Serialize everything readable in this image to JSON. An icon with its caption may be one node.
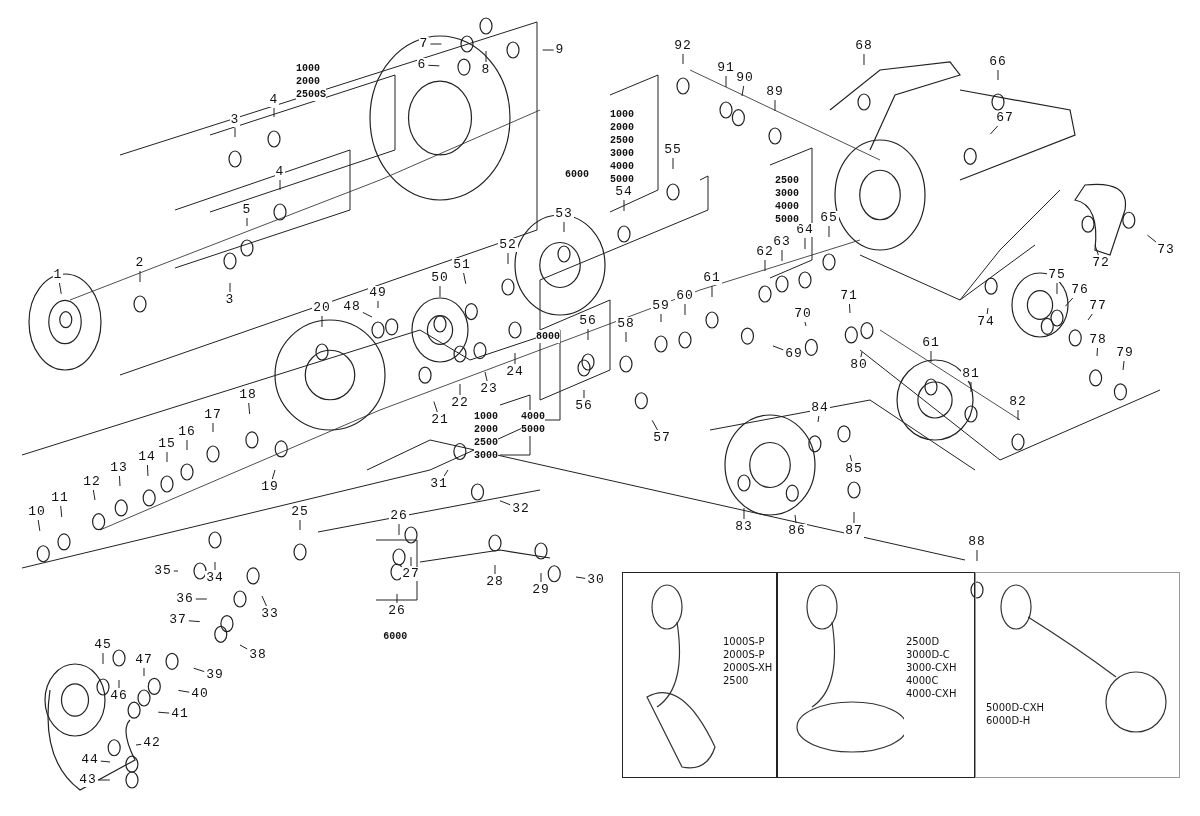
{
  "diagram": {
    "nodes": [
      {
        "text": [
          "9"
        ]
      },
      {
        "text": [
          "7"
        ]
      },
      {
        "text": [
          "6"
        ]
      },
      {
        "text": [
          "8"
        ]
      },
      {
        "text": [
          "4"
        ]
      },
      {
        "text": [
          "3"
        ]
      },
      {
        "text": [
          "4"
        ]
      },
      {
        "text": [
          "5"
        ]
      },
      {
        "text": [
          "3"
        ]
      },
      {
        "text": [
          "2"
        ]
      },
      {
        "text": [
          "1"
        ]
      },
      {
        "text": [
          "92"
        ]
      },
      {
        "text": [
          "91"
        ]
      },
      {
        "text": [
          "90"
        ]
      },
      {
        "text": [
          "89"
        ]
      },
      {
        "text": [
          "68"
        ]
      },
      {
        "text": [
          "66"
        ]
      },
      {
        "text": [
          "67"
        ]
      },
      {
        "text": [
          "55"
        ]
      },
      {
        "text": [
          "54"
        ]
      },
      {
        "text": [
          "53"
        ]
      },
      {
        "text": [
          "52"
        ]
      },
      {
        "text": [
          "51"
        ]
      },
      {
        "text": [
          "50"
        ]
      },
      {
        "text": [
          "49"
        ]
      },
      {
        "text": [
          "48"
        ]
      },
      {
        "text": [
          "20"
        ]
      },
      {
        "text": [
          "65"
        ]
      },
      {
        "text": [
          "64"
        ]
      },
      {
        "text": [
          "63"
        ]
      },
      {
        "text": [
          "62"
        ]
      },
      {
        "text": [
          "61"
        ]
      },
      {
        "text": [
          "60"
        ]
      },
      {
        "text": [
          "59"
        ]
      },
      {
        "text": [
          "58"
        ]
      },
      {
        "text": [
          "56"
        ]
      },
      {
        "text": [
          "56"
        ]
      },
      {
        "text": [
          "57"
        ]
      },
      {
        "text": [
          "72"
        ]
      },
      {
        "text": [
          "73"
        ]
      },
      {
        "text": [
          "75"
        ]
      },
      {
        "text": [
          "76"
        ]
      },
      {
        "text": [
          "77"
        ]
      },
      {
        "text": [
          "78"
        ]
      },
      {
        "text": [
          "79"
        ]
      },
      {
        "text": [
          "74"
        ]
      },
      {
        "text": [
          "71"
        ]
      },
      {
        "text": [
          "70"
        ]
      },
      {
        "text": [
          "69"
        ]
      },
      {
        "text": [
          "80"
        ]
      },
      {
        "text": [
          "61"
        ]
      },
      {
        "text": [
          "81"
        ]
      },
      {
        "text": [
          "82"
        ]
      },
      {
        "text": [
          "24"
        ]
      },
      {
        "text": [
          "23"
        ]
      },
      {
        "text": [
          "22"
        ]
      },
      {
        "text": [
          "21"
        ]
      },
      {
        "text": [
          "18"
        ]
      },
      {
        "text": [
          "17"
        ]
      },
      {
        "text": [
          "16"
        ]
      },
      {
        "text": [
          "15"
        ]
      },
      {
        "text": [
          "14"
        ]
      },
      {
        "text": [
          "13"
        ]
      },
      {
        "text": [
          "12"
        ]
      },
      {
        "text": [
          "11"
        ]
      },
      {
        "text": [
          "10"
        ]
      },
      {
        "text": [
          "19"
        ]
      },
      {
        "text": [
          "31"
        ]
      },
      {
        "text": [
          "32"
        ]
      },
      {
        "text": [
          "84"
        ]
      },
      {
        "text": [
          "85"
        ]
      },
      {
        "text": [
          "83"
        ]
      },
      {
        "text": [
          "86"
        ]
      },
      {
        "text": [
          "87"
        ]
      },
      {
        "text": [
          "88"
        ]
      },
      {
        "text": [
          "25"
        ]
      },
      {
        "text": [
          "26"
        ]
      },
      {
        "text": [
          "27"
        ]
      },
      {
        "text": [
          "28"
        ]
      },
      {
        "text": [
          "29"
        ]
      },
      {
        "text": [
          "30"
        ]
      },
      {
        "text": [
          "26"
        ],
        "beside": [
          "6000"
        ]
      },
      {
        "text": [
          "35"
        ]
      },
      {
        "text": [
          "34"
        ]
      },
      {
        "text": [
          "33"
        ]
      },
      {
        "text": [
          "36"
        ]
      },
      {
        "text": [
          "37"
        ]
      },
      {
        "text": [
          "38"
        ]
      },
      {
        "text": [
          "39"
        ]
      },
      {
        "text": [
          "40"
        ]
      },
      {
        "text": [
          "41"
        ]
      },
      {
        "text": [
          "42"
        ]
      },
      {
        "text": [
          "43"
        ]
      },
      {
        "text": [
          "44"
        ]
      },
      {
        "text": [
          "45"
        ]
      },
      {
        "text": [
          "46"
        ]
      },
      {
        "text": [
          "47"
        ]
      },
      {
        "text": [
          "1000S-P",
          "2000S-P",
          "2000S-XH",
          "2500"
        ]
      },
      {
        "text": [
          "2500D",
          "3000D-C",
          "3000-CXH",
          "4000C",
          "4000-CXH"
        ]
      },
      {
        "text": [
          "5000D-CXH",
          "6000D-H"
        ]
      }
    ],
    "edges": [
      {
        "from": 0,
        "to": null,
        "arrow": "none"
      },
      {
        "from": 1,
        "to": null,
        "arrow": "none"
      },
      {
        "from": 2,
        "to": null,
        "arrow": "none"
      },
      {
        "from": 3,
        "to": null,
        "arrow": "none"
      },
      {
        "from": 4,
        "to": null,
        "arrow": "none"
      },
      {
        "from": 5,
        "to": null,
        "arrow": "none"
      },
      {
        "from": 6,
        "to": null,
        "arrow": "none"
      },
      {
        "from": 7,
        "to": null,
        "arrow": "none"
      },
      {
        "from": 8,
        "to": null,
        "arrow": "none"
      },
      {
        "from": 9,
        "to": null,
        "arrow": "none"
      },
      {
        "from": 10,
        "to": null,
        "arrow": "none"
      },
      {
        "from": 11,
        "to": null,
        "arrow": "none"
      },
      {
        "from": 12,
        "to": null,
        "arrow": "none"
      },
      {
        "from": 13,
        "to": null,
        "arrow": "none"
      },
      {
        "from": 14,
        "to": null,
        "arrow": "none"
      },
      {
        "from": 15,
        "to": null,
        "arrow": "none"
      },
      {
        "from": 16,
        "to": null,
        "arrow": "none"
      },
      {
        "from": 17,
        "to": null,
        "arrow": "none"
      },
      {
        "from": 18,
        "to": null,
        "arrow": "none"
      },
      {
        "from": 19,
        "to": null,
        "arrow": "none"
      },
      {
        "from": 20,
        "to": null,
        "arrow": "none"
      },
      {
        "from": 21,
        "to": null,
        "arrow": "none"
      },
      {
        "from": 22,
        "to": null,
        "arrow": "none"
      },
      {
        "from": 23,
        "to": null,
        "arrow": "none"
      },
      {
        "from": 24,
        "to": null,
        "arrow": "none"
      },
      {
        "from": 25,
        "to": null,
        "arrow": "none"
      },
      {
        "from": 26,
        "to": null,
        "arrow": "none"
      },
      {
        "from": 27,
        "to": null,
        "arrow": "none"
      },
      {
        "from": 28,
        "to": null,
        "arrow": "none"
      },
      {
        "from": 29,
        "to": null,
        "arrow": "none"
      },
      {
        "from": 30,
        "to": null,
        "arrow": "none"
      },
      {
        "from": 31,
        "to": null,
        "arrow": "none"
      },
      {
        "from": 32,
        "to": null,
        "arrow": "none"
      },
      {
        "from": 33,
        "to": null,
        "arrow": "none"
      },
      {
        "from": 34,
        "to": null,
        "arrow": "none"
      },
      {
        "from": 35,
        "to": null,
        "arrow": "none"
      },
      {
        "from": 36,
        "to": null,
        "arrow": "none"
      },
      {
        "from": 37,
        "to": null,
        "arrow": "none"
      },
      {
        "from": 38,
        "to": null,
        "arrow": "none"
      },
      {
        "from": 39,
        "to": null,
        "arrow": "none"
      },
      {
        "from": 40,
        "to": null,
        "arrow": "none"
      },
      {
        "from": 41,
        "to": null,
        "arrow": "none"
      },
      {
        "from": 42,
        "to": null,
        "arrow": "none"
      },
      {
        "from": 43,
        "to": null,
        "arrow": "none"
      },
      {
        "from": 44,
        "to": null,
        "arrow": "none"
      },
      {
        "from": 45,
        "to": null,
        "arrow": "none"
      },
      {
        "from": 46,
        "to": null,
        "arrow": "none"
      },
      {
        "from": 47,
        "to": null,
        "arrow": "none"
      },
      {
        "from": 48,
        "to": null,
        "arrow": "none"
      },
      {
        "from": 49,
        "to": null,
        "arrow": "none"
      },
      {
        "from": 50,
        "to": null,
        "arrow": "none"
      },
      {
        "from": 51,
        "to": null,
        "arrow": "none"
      },
      {
        "from": 52,
        "to": null,
        "arrow": "none"
      },
      {
        "from": 53,
        "to": null,
        "arrow": "none"
      },
      {
        "from": 54,
        "to": null,
        "arrow": "none"
      },
      {
        "from": 55,
        "to": null,
        "arrow": "none"
      },
      {
        "from": 56,
        "to": null,
        "arrow": "none"
      },
      {
        "from": 57,
        "to": null,
        "arrow": "none"
      },
      {
        "from": 58,
        "to": null,
        "arrow": "none"
      },
      {
        "from": 59,
        "to": null,
        "arrow": "none"
      },
      {
        "from": 60,
        "to": null,
        "arrow": "none"
      },
      {
        "from": 61,
        "to": null,
        "arrow": "none"
      },
      {
        "from": 62,
        "to": null,
        "arrow": "none"
      },
      {
        "from": 63,
        "to": null,
        "arrow": "none"
      },
      {
        "from": 64,
        "to": null,
        "arrow": "none"
      },
      {
        "from": 65,
        "to": null,
        "arrow": "none"
      },
      {
        "from": 66,
        "to": null,
        "arrow": "none"
      },
      {
        "from": 67,
        "to": null,
        "arrow": "none"
      },
      {
        "from": 68,
        "to": null,
        "arrow": "none"
      },
      {
        "from": 69,
        "to": null,
        "arrow": "none"
      },
      {
        "from": 70,
        "to": null,
        "arrow": "none"
      },
      {
        "from": 71,
        "to": null,
        "arrow": "none"
      },
      {
        "from": 72,
        "to": null,
        "arrow": "none"
      },
      {
        "from": 73,
        "to": null,
        "arrow": "none"
      },
      {
        "from": 74,
        "to": null,
        "arrow": "none"
      },
      {
        "from": 75,
        "to": null,
        "arrow": "none"
      },
      {
        "from": 76,
        "to": null,
        "arrow": "none"
      },
      {
        "from": 77,
        "to": null,
        "arrow": "none"
      },
      {
        "from": 78,
        "to": null,
        "arrow": "none"
      },
      {
        "from": 79,
        "to": null,
        "arrow": "none"
      },
      {
        "from": 80,
        "to": null,
        "arrow": "none"
      },
      {
        "from": 81,
        "to": null,
        "arrow": "none"
      },
      {
        "from": 82,
        "to": null,
        "arrow": "none"
      },
      {
        "from": 83,
        "to": null,
        "arrow": "none"
      },
      {
        "from": 84,
        "to": null,
        "arrow": "none"
      },
      {
        "from": 85,
        "to": null,
        "arrow": "none"
      },
      {
        "from": 86,
        "to": null,
        "arrow": "none"
      },
      {
        "from": 87,
        "to": null,
        "arrow": "none"
      },
      {
        "from": 88,
        "to": null,
        "arrow": "none"
      },
      {
        "from": 89,
        "to": null,
        "arrow": "none"
      },
      {
        "from": 90,
        "to": null,
        "arrow": "none"
      },
      {
        "from": 91,
        "to": null,
        "arrow": "none"
      },
      {
        "from": 92,
        "to": null,
        "arrow": "none"
      },
      {
        "from": 93,
        "to": null,
        "arrow": "none"
      },
      {
        "from": 94,
        "to": null,
        "arrow": "none"
      },
      {
        "from": 95,
        "to": null,
        "arrow": "none"
      },
      {
        "from": 96,
        "to": null,
        "arrow": "none"
      }
    ],
    "labels": [
      "1000 2000 2500S",
      "1000 2000 2500 3000 4000 5000",
      "6000",
      "2500 3000 4000 5000",
      "8000",
      "1000 2000 2500 3000",
      "4000 5000"
    ]
  }
}
